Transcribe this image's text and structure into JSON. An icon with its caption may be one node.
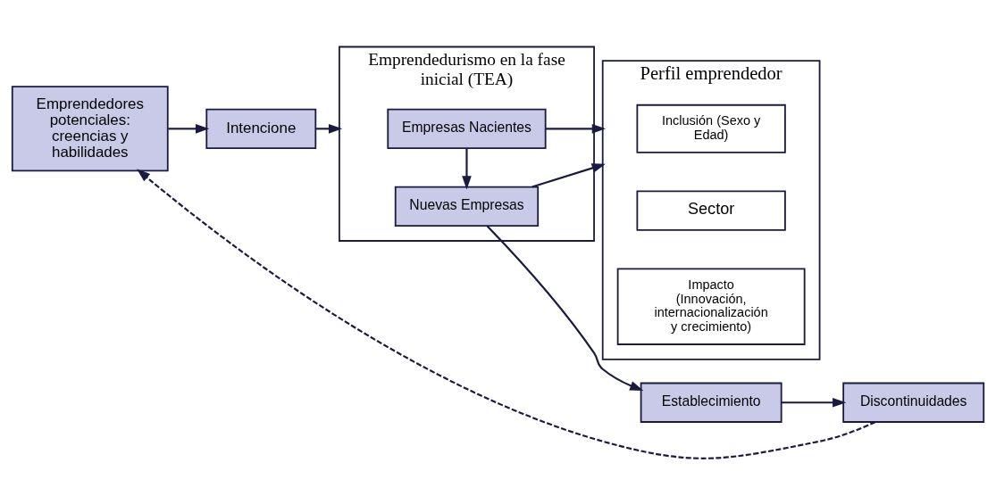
{
  "diagram": {
    "nodes": [
      {
        "text": [
          "Emprendedores potenciales: creencias y habilidades"
        ]
      },
      {
        "text": [
          "Intencione"
        ]
      },
      {
        "text": [
          "Emprendedurismo en la fase inicial (TEA)"
        ]
      },
      {
        "text": [
          "Empresas Nacientes"
        ],
        "in": 2
      },
      {
        "text": [
          "Nuevas Empresas"
        ],
        "in": 2
      },
      {
        "text": [
          "Establecimiento"
        ]
      },
      {
        "text": [
          "Discontinuidades"
        ]
      },
      {
        "text": [
          "Perfil emprendedor"
        ]
      },
      {
        "text": [
          "Inclusión (Sexo y Edad)"
        ],
        "in": 7
      },
      {
        "text": [
          "Sector"
        ],
        "in": 7
      },
      {
        "text": [
          "Impacto (Innovación, internacionalización y crecimiento)"
        ],
        "in": 7
      }
    ],
    "edges": [
      {
        "from": 0,
        "to": 1,
        "arrow": "to"
      },
      {
        "from": 1,
        "to": 2,
        "arrow": "to"
      },
      {
        "from": 3,
        "to": 4,
        "arrow": "to"
      },
      {
        "from": 4,
        "to": 5,
        "arrow": "to"
      },
      {
        "from": 5,
        "to": 6,
        "arrow": "to"
      },
      {
        "from": 6,
        "to": 0,
        "arrow": "to",
        "style": "dashed"
      },
      {
        "from": 3,
        "to": 7,
        "arrow": "to"
      },
      {
        "from": 4,
        "to": 7,
        "arrow": "to"
      }
    ]
  }
}
